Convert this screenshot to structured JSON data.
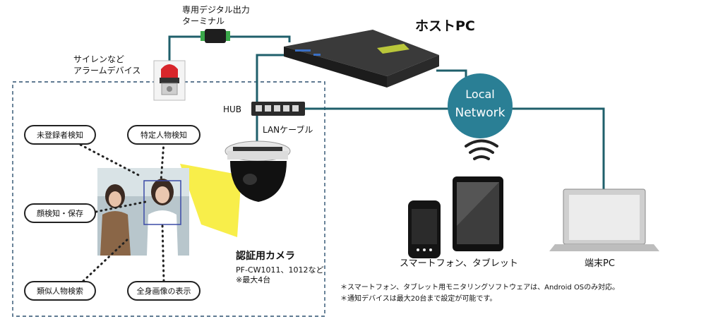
{
  "host_pc": {
    "label": "ホストPC"
  },
  "digital_terminal": {
    "line1": "専用デジタル出力",
    "line2": "ターミナル"
  },
  "siren": {
    "line1": "サイレンなど",
    "line2": "アラームデバイス"
  },
  "hub": {
    "label": "HUB"
  },
  "lan_cable": {
    "label": "LANケーブル"
  },
  "network": {
    "line1": "Local",
    "line2": "Network"
  },
  "camera": {
    "title": "認証用カメラ",
    "model": "PF-CW1011、1012など",
    "max": "※最大4台"
  },
  "features": [
    "未登録者検知",
    "特定人物検知",
    "顔検知・保存",
    "類似人物検索",
    "全身画像の表示"
  ],
  "mobile": {
    "label": "スマートフォン、タブレット"
  },
  "terminal_pc": {
    "label": "端末PC"
  },
  "notes": [
    "＊スマートフォン、タブレット用モニタリングソフトウェアは、Android OSのみ対応。",
    "＊通知デバイスは最大20台まで設定が可能です。"
  ],
  "colors": {
    "line": "#1f5f6b",
    "network": "#2a7f95",
    "dashed": "#2b4f6e",
    "cone": "#f7ec36"
  }
}
